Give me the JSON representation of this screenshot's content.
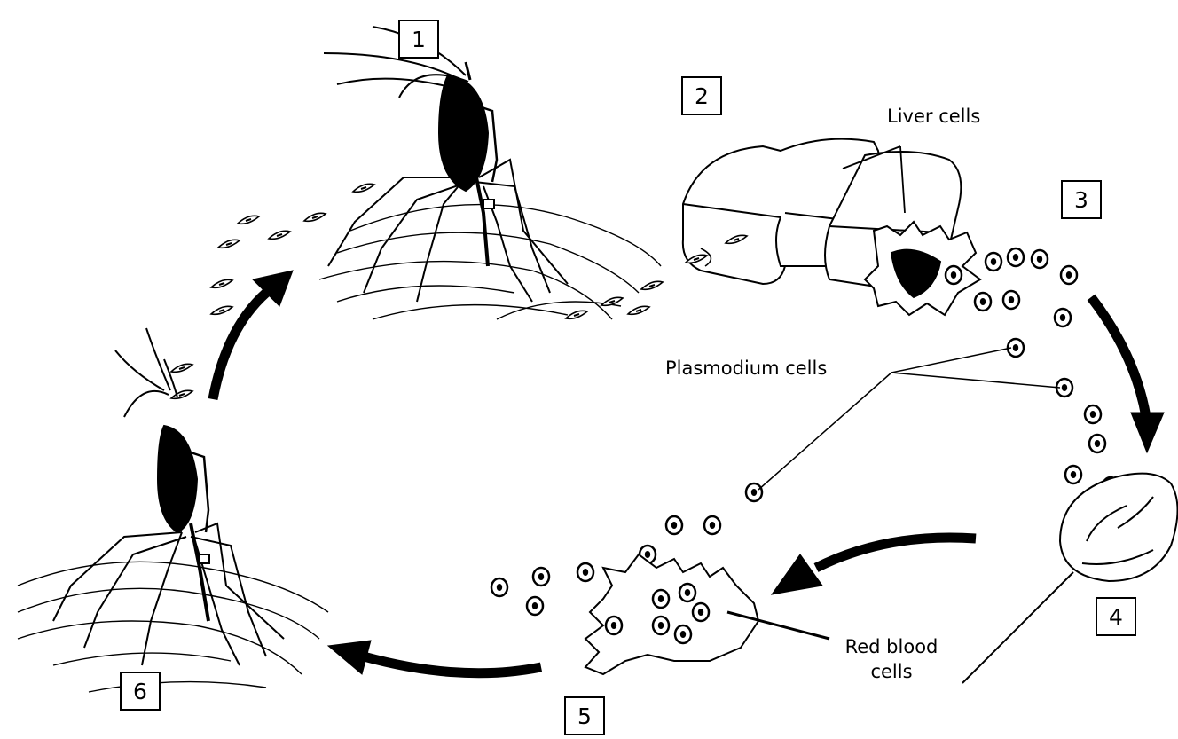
{
  "steps": [
    "1",
    "2",
    "3",
    "4",
    "5",
    "6"
  ],
  "labels": {
    "liver_cells": "Liver cells",
    "plasmodium_cells": "Plasmodium cells",
    "red_blood_line1": "Red blood",
    "red_blood_line2": "cells"
  },
  "colors": {
    "ink": "#000000",
    "paper": "#ffffff"
  }
}
